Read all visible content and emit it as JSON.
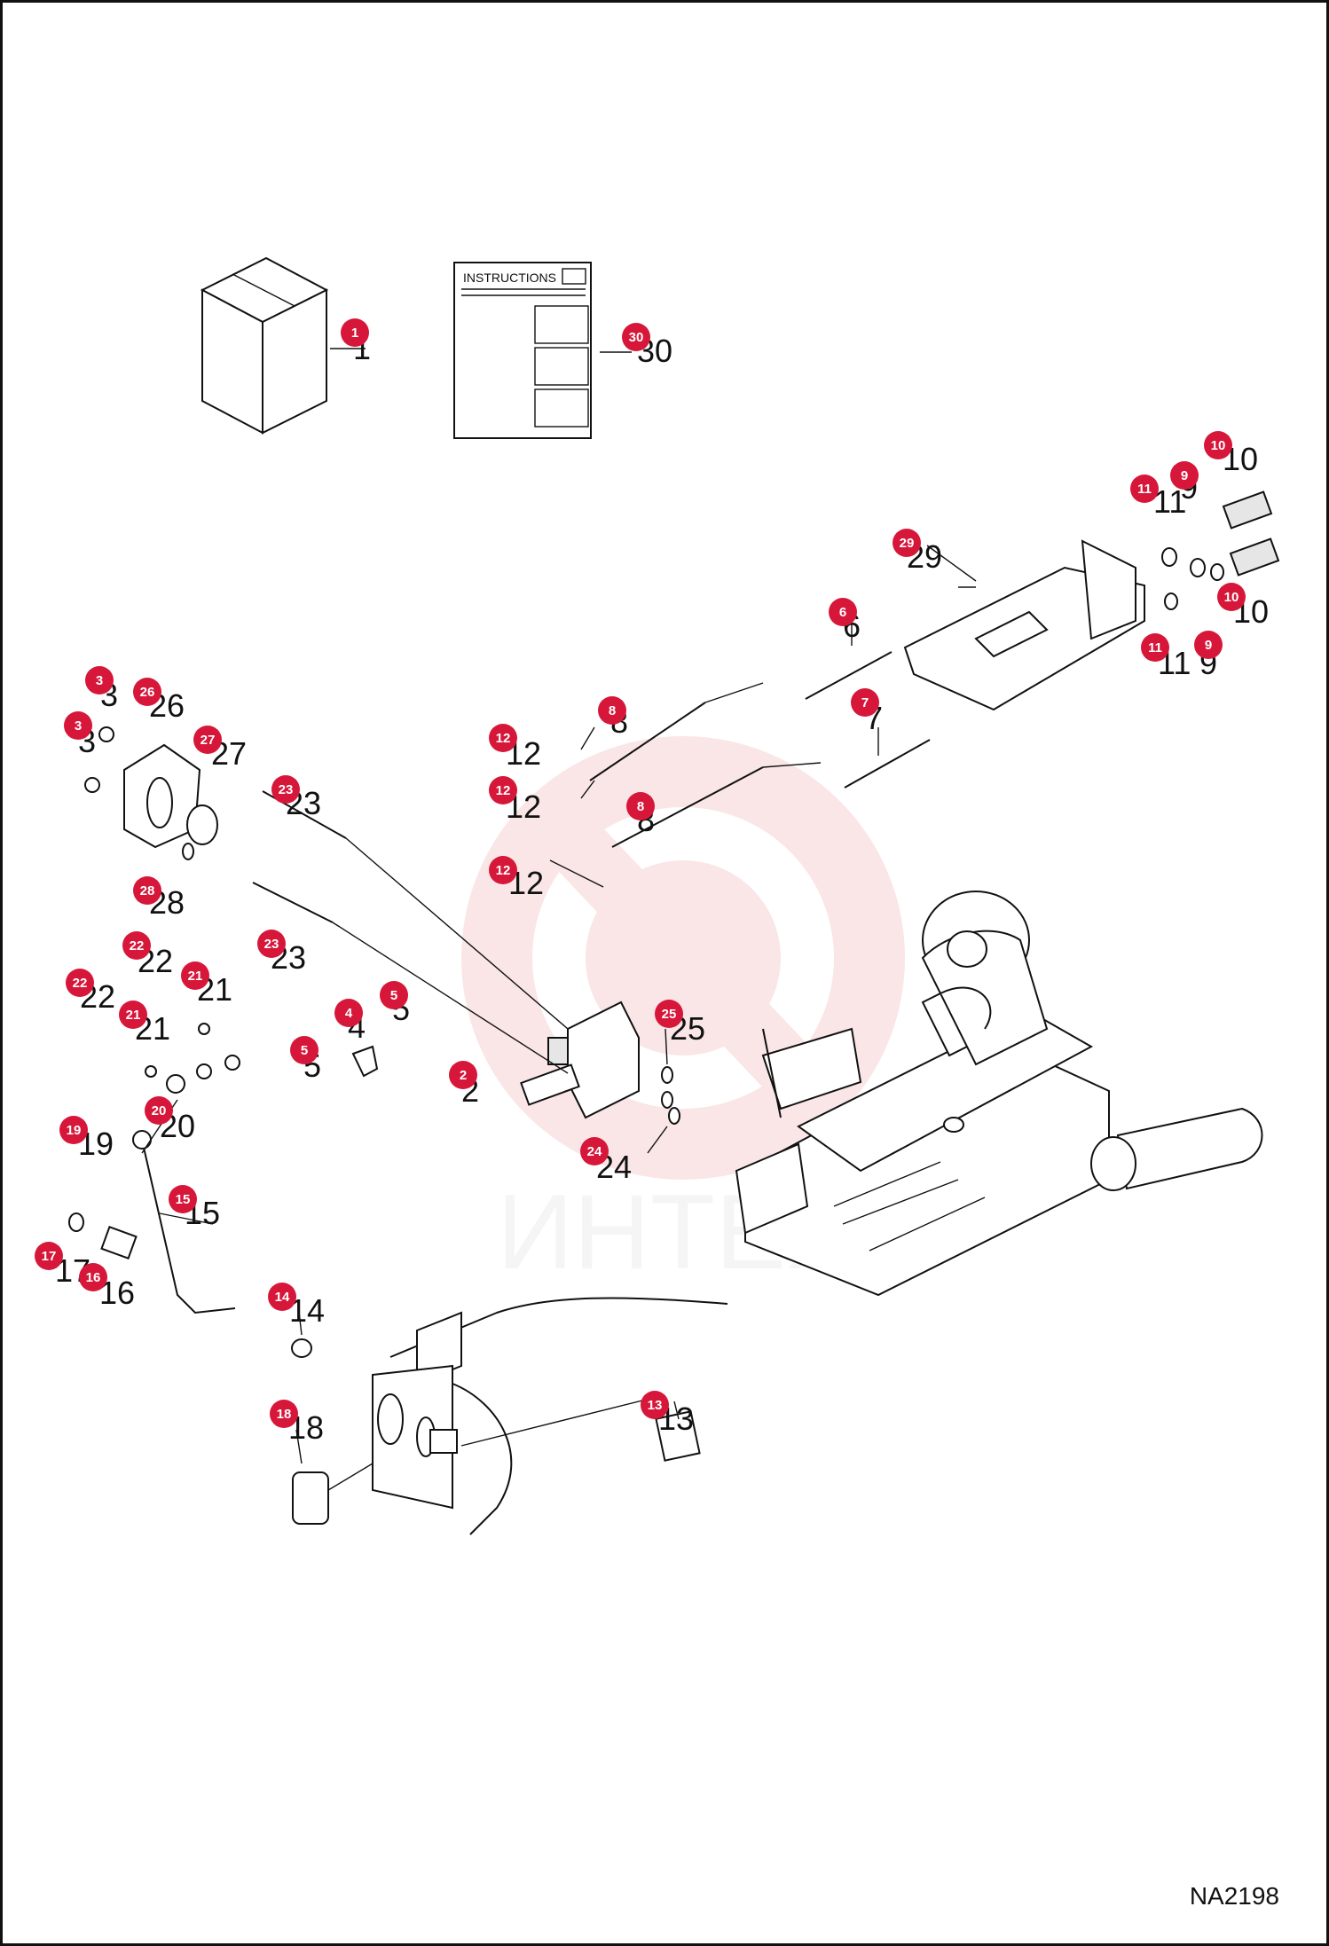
{
  "diagram": {
    "title": "",
    "drawing_code": "NA2198",
    "watermark": "ИНТЕХ",
    "instructions_label": "INSTRUCTIONS",
    "accent_color": "#d6173a",
    "watermark_color": "#f2b8b8",
    "callouts": [
      "1",
      "30",
      "10",
      "11",
      "9",
      "29",
      "6",
      "10",
      "11",
      "9",
      "3",
      "26",
      "3",
      "27",
      "8",
      "12",
      "12",
      "8",
      "12",
      "7",
      "23",
      "28",
      "23",
      "22",
      "21",
      "22",
      "21",
      "4",
      "5",
      "5",
      "25",
      "2",
      "20",
      "24",
      "19",
      "15",
      "17",
      "16",
      "14",
      "18",
      "13"
    ]
  }
}
